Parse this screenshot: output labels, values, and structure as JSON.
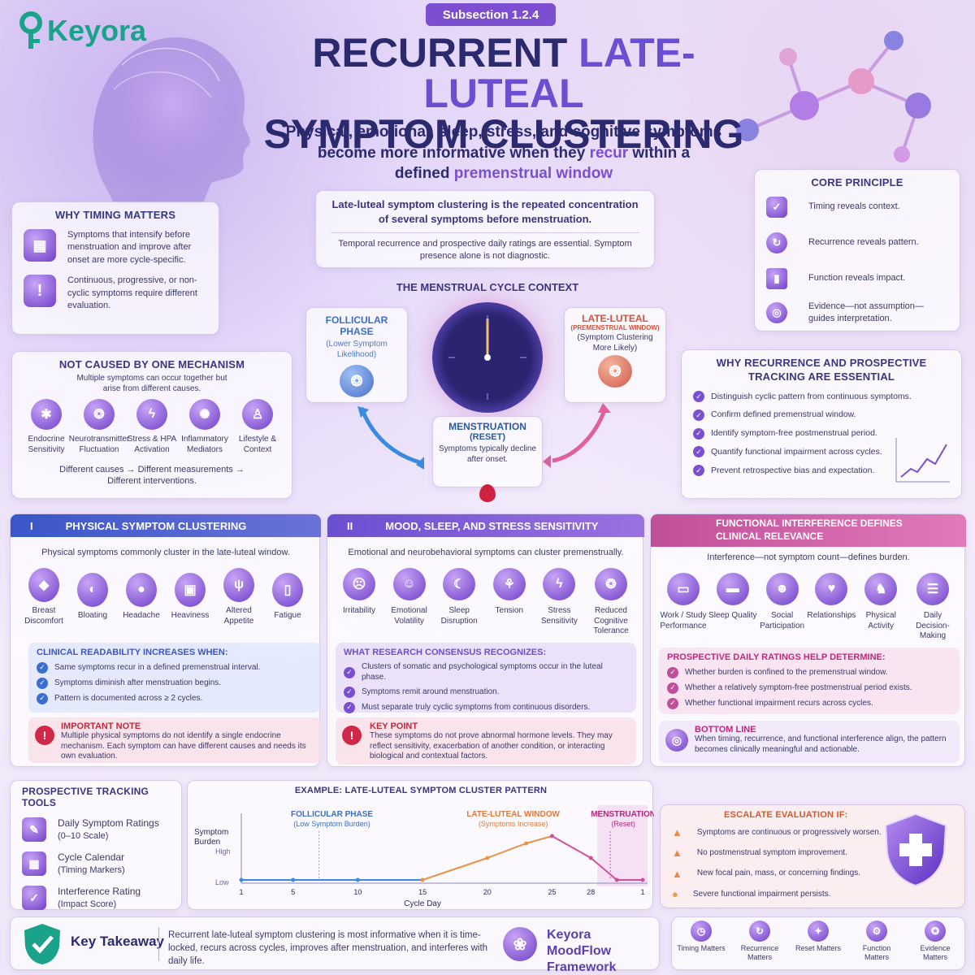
{
  "brand": {
    "name": "Keyora"
  },
  "subsection": "Subsection 1.2.4",
  "title": {
    "line1_a": "RECURRENT ",
    "line1_b": "LATE-LUTEAL",
    "line2": "SYMPTOM CLUSTERING"
  },
  "subtitle": {
    "p1": "Physical, emotional, sleep, stress, and cognitive symptoms",
    "p2": "become more informative when they ",
    "recur": "recur",
    "p3": " within a",
    "p4": "defined ",
    "window": "premenstrual window"
  },
  "definition": {
    "main": "Late-luteal symptom clustering is the repeated concentration of several symptoms before menstruation.",
    "note": "Temporal recurrence and prospective daily ratings are essential. Symptom presence alone is not diagnostic."
  },
  "core_principle": {
    "title": "CORE PRINCIPLE",
    "items": [
      "Timing reveals context.",
      "Recurrence reveals pattern.",
      "Function reveals impact.",
      "Evidence—not assumption—guides interpretation."
    ]
  },
  "why_timing": {
    "title": "WHY TIMING MATTERS",
    "a": "Symptoms that intensify before menstruation and improve after onset are more cycle-specific.",
    "b": "Continuous, progressive, or non-cyclic symptoms require different evaluation."
  },
  "mechanism": {
    "title": "NOT CAUSED BY ONE MECHANISM",
    "desc": "Multiple symptoms can occur together but arise from different causes.",
    "items": [
      "Endocrine Sensitivity",
      "Neurotransmitter Fluctuation",
      "Stress & HPA Activation",
      "Inflammatory Mediators",
      "Lifestyle & Context"
    ],
    "footer": "Different causes → Different measurements → Different interventions."
  },
  "cycle": {
    "title": "THE MENSTRUAL CYCLE CONTEXT",
    "follicular": "FOLLICULAR PHASE",
    "follicular_sub": "(Lower Symptom Likelihood)",
    "luteal": "LATE-LUTEAL",
    "luteal_window": "(PREMENSTRUAL WINDOW)",
    "luteal_sub": "(Symptom Clustering More Likely)",
    "menstruation": "MENSTRUATION",
    "reset": "(RESET)",
    "menstruation_sub": "Symptoms typically decline after onset."
  },
  "recurrence": {
    "title": "WHY RECURRENCE AND PROSPECTIVE TRACKING ARE ESSENTIAL",
    "items": [
      "Distinguish cyclic pattern from continuous symptoms.",
      "Confirm defined premenstrual window.",
      "Identify symptom-free postmenstrual period.",
      "Quantify functional impairment across cycles.",
      "Prevent retrospective bias and expectation."
    ]
  },
  "physical": {
    "num": "I",
    "title": "PHYSICAL SYMPTOM CLUSTERING",
    "desc": "Physical symptoms commonly cluster in the late-luteal window.",
    "icons": [
      "Breast Discomfort",
      "Bloating",
      "Headache",
      "Heaviness",
      "Altered Appetite",
      "Fatigue"
    ],
    "clin_title": "CLINICAL READABILITY INCREASES WHEN:",
    "clin": [
      "Same symptoms recur in a defined premenstrual interval.",
      "Symptoms diminish after menstruation begins.",
      "Pattern is documented across ≥ 2 cycles."
    ],
    "note_title": "IMPORTANT NOTE",
    "note": "Multiple physical symptoms do not identify a single endocrine mechanism. Each symptom can have different causes and needs its own evaluation."
  },
  "mood": {
    "num": "II",
    "title": "MOOD, SLEEP, AND STRESS SENSITIVITY",
    "desc": "Emotional and neurobehavioral symptoms can cluster premenstrually.",
    "icons": [
      "Irritability",
      "Emotional Volatility",
      "Sleep Disruption",
      "Tension",
      "Stress Sensitivity",
      "Reduced Cognitive Tolerance"
    ],
    "res_title": "WHAT RESEARCH CONSENSUS RECOGNIZES:",
    "res": [
      "Clusters of somatic and psychological symptoms occur in the luteal phase.",
      "Symptoms remit around menstruation.",
      "Must separate truly cyclic symptoms from continuous disorders."
    ],
    "key_title": "KEY POINT",
    "key": "These symptoms do not prove abnormal hormone levels. They may reflect sensitivity, exacerbation of another condition, or interacting biological and contextual factors."
  },
  "functional": {
    "title": "FUNCTIONAL INTERFERENCE DEFINES CLINICAL RELEVANCE",
    "desc": "Interference—not symptom count—defines burden.",
    "icons": [
      "Work / Study Performance",
      "Sleep Quality",
      "Social Participation",
      "Relationships",
      "Physical Activity",
      "Daily Decision-Making"
    ],
    "pro_title": "PROSPECTIVE DAILY RATINGS HELP DETERMINE:",
    "pro": [
      "Whether burden is confined to the premenstrual window.",
      "Whether a relatively symptom-free postmenstrual period exists.",
      "Whether functional impairment recurs across cycles."
    ],
    "bottom_title": "BOTTOM LINE",
    "bottom": "When timing, recurrence, and functional interference align, the pattern becomes clinically meaningful and actionable."
  },
  "tools": {
    "title": "PROSPECTIVE TRACKING TOOLS",
    "items": [
      {
        "name": "Daily Symptom Ratings",
        "sub": "(0–10 Scale)"
      },
      {
        "name": "Cycle Calendar",
        "sub": "(Timing Markers)"
      },
      {
        "name": "Interference Rating",
        "sub": "(Impact Score)"
      }
    ]
  },
  "example": {
    "title": "EXAMPLE: LATE-LUTEAL SYMPTOM CLUSTER PATTERN",
    "ylabel": "Symptom Burden",
    "high": "High",
    "low": "Low",
    "xlabel": "Cycle Day",
    "foll": "FOLLICULAR PHASE",
    "foll_sub": "(Low Symptom Burden)",
    "lut": "LATE-LUTEAL WINDOW",
    "lut_sub": "(Symptoms Increase)",
    "men": "MENSTRUATION",
    "men_sub": "(Reset)",
    "ticks": [
      "1",
      "5",
      "10",
      "15",
      "20",
      "25",
      "28",
      "1"
    ]
  },
  "chart_data": {
    "type": "line",
    "x": [
      1,
      5,
      10,
      15,
      20,
      23,
      25,
      28,
      30,
      32
    ],
    "values": [
      1,
      1,
      1,
      1,
      2.5,
      3.5,
      4,
      2.5,
      1,
      1
    ],
    "xlabel": "Cycle Day",
    "ylabel": "Symptom Burden"
  },
  "escalate": {
    "title": "ESCALATE EVALUATION IF:",
    "items": [
      "Symptoms are continuous or progressively worsen.",
      "No postmenstrual symptom improvement.",
      "New focal pain, mass, or concerning findings.",
      "Severe functional impairment persists."
    ]
  },
  "takeaway": {
    "title": "Key Takeaway",
    "text": "Recurrent late-luteal symptom clustering is most informative when it is time-locked, recurs across cycles, improves after menstruation, and interferes with daily life."
  },
  "framework": "Keyora MoodFlow Framework",
  "matters": [
    "Timing Matters",
    "Recurrence Matters",
    "Reset Matters",
    "Function Matters",
    "Evidence Matters"
  ],
  "colors": {
    "navy": "#2b2a6e",
    "purple": "#7a4fd0",
    "pink": "#d04f95",
    "orange": "#e88a4a"
  }
}
